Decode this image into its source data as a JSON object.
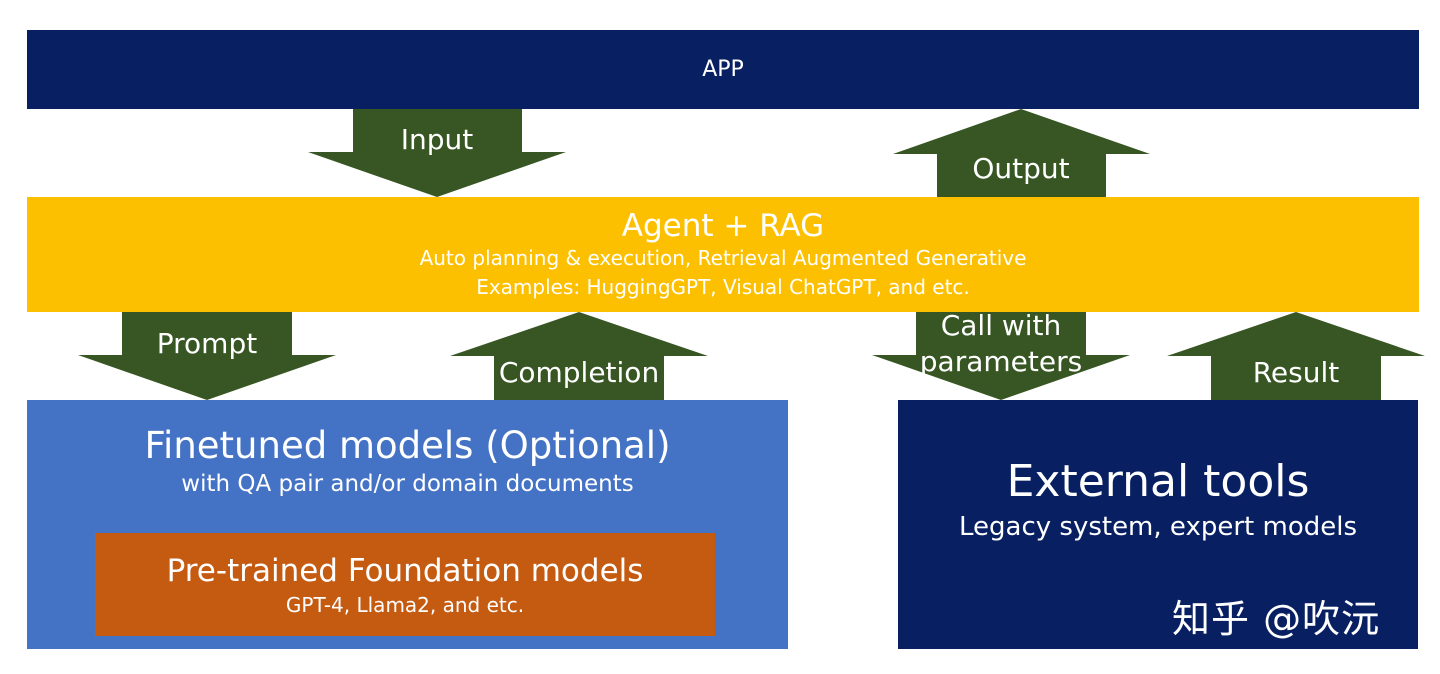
{
  "app": {
    "label": "APP"
  },
  "agent": {
    "title": "Agent + RAG",
    "subtitle": "Auto planning & execution, Retrieval Augmented Generative",
    "examples": "Examples: HuggingGPT, Visual ChatGPT, and etc."
  },
  "arrows": {
    "input": "Input",
    "output": "Output",
    "prompt": "Prompt",
    "completion": "Completion",
    "call_line1": "Call with",
    "call_line2": "parameters",
    "result": "Result"
  },
  "finetuned": {
    "title": "Finetuned models (Optional)",
    "subtitle": "with QA pair and/or domain documents"
  },
  "pretrained": {
    "title": "Pre-trained Foundation models",
    "subtitle": "GPT-4, Llama2, and etc."
  },
  "external": {
    "title": "External tools",
    "subtitle": "Legacy system, expert models"
  },
  "watermark": "知乎 @吹沅",
  "colors": {
    "app_bar": "#082062",
    "agent_bar": "#fdc000",
    "arrows": "#375623",
    "finetuned": "#4472c4",
    "pretrained": "#c55a11",
    "external": "#082062"
  }
}
